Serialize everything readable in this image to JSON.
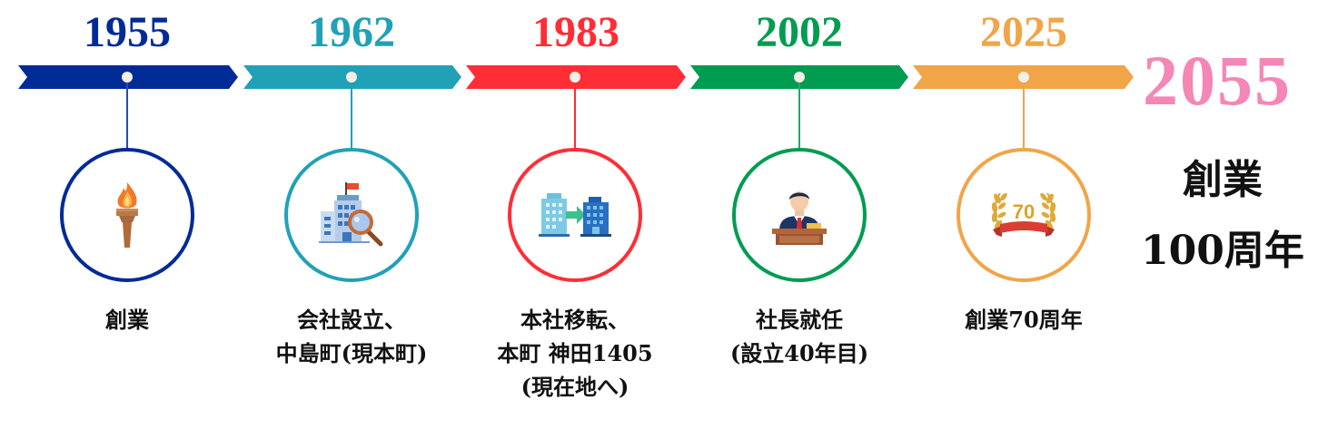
{
  "timeline": {
    "milestones": [
      {
        "year": "1955",
        "color": "#002b96",
        "icon": "torch-icon",
        "caption_lines": [
          "創業"
        ]
      },
      {
        "year": "1962",
        "color": "#21a1b7",
        "icon": "company-building-search-icon",
        "caption_lines": [
          "会社設立、",
          "中島町(現本町)"
        ]
      },
      {
        "year": "1983",
        "color": "#ff2e36",
        "icon": "office-relocation-icon",
        "caption_lines": [
          "本社移転、",
          "本町 神田1405",
          "(現在地へ)"
        ]
      },
      {
        "year": "2002",
        "color": "#009c50",
        "icon": "president-podium-icon",
        "caption_lines": [
          "社長就任",
          "(設立40年目)"
        ]
      },
      {
        "year": "2025",
        "color": "#f1a548",
        "icon": "anniversary-70-laurel-icon",
        "caption_lines": [
          "創業70周年"
        ],
        "badge_number": "70"
      }
    ],
    "final": {
      "year": "2055",
      "color": "#f487b6",
      "caption_lines": [
        "創業",
        "100周年"
      ]
    }
  }
}
